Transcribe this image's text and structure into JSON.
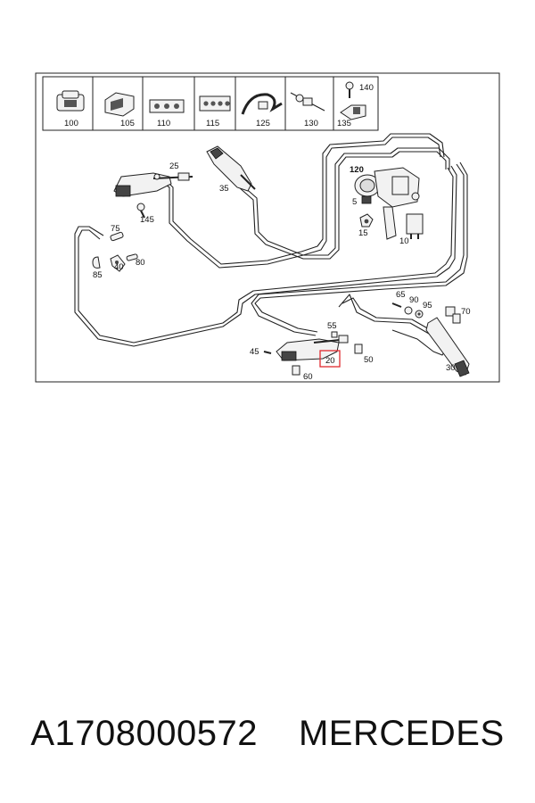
{
  "legend": [
    {
      "number": "100",
      "icon": "grommet-icon"
    },
    {
      "number": "105",
      "icon": "clip-icon"
    },
    {
      "number": "110",
      "icon": "pipe-holder-icon"
    },
    {
      "number": "115",
      "icon": "pipe-holder-icon"
    },
    {
      "number": "125",
      "icon": "cable-tie-icon"
    },
    {
      "number": "130",
      "icon": "pipe-clip-icon"
    },
    {
      "number": "135",
      "icon": "bracket-icon"
    },
    {
      "number": "140",
      "icon": "screw-icon"
    }
  ],
  "callouts": {
    "c5": "5",
    "c10": "10",
    "c15": "15",
    "c20": "20",
    "c25": "25",
    "c30": "30",
    "c35": "35",
    "c40": "40",
    "c45": "45",
    "c50": "50",
    "c55": "55",
    "c60": "60",
    "c65": "65",
    "c70": "70",
    "c75": "75",
    "c80": "80",
    "c85": "85",
    "c90": "90",
    "c95": "95",
    "c120": "120",
    "c145": "145"
  },
  "highlighted_callout": "20",
  "highlight_color": "#e0282e",
  "caption": {
    "part_number": "A1708000572",
    "brand": "MERCEDES"
  }
}
